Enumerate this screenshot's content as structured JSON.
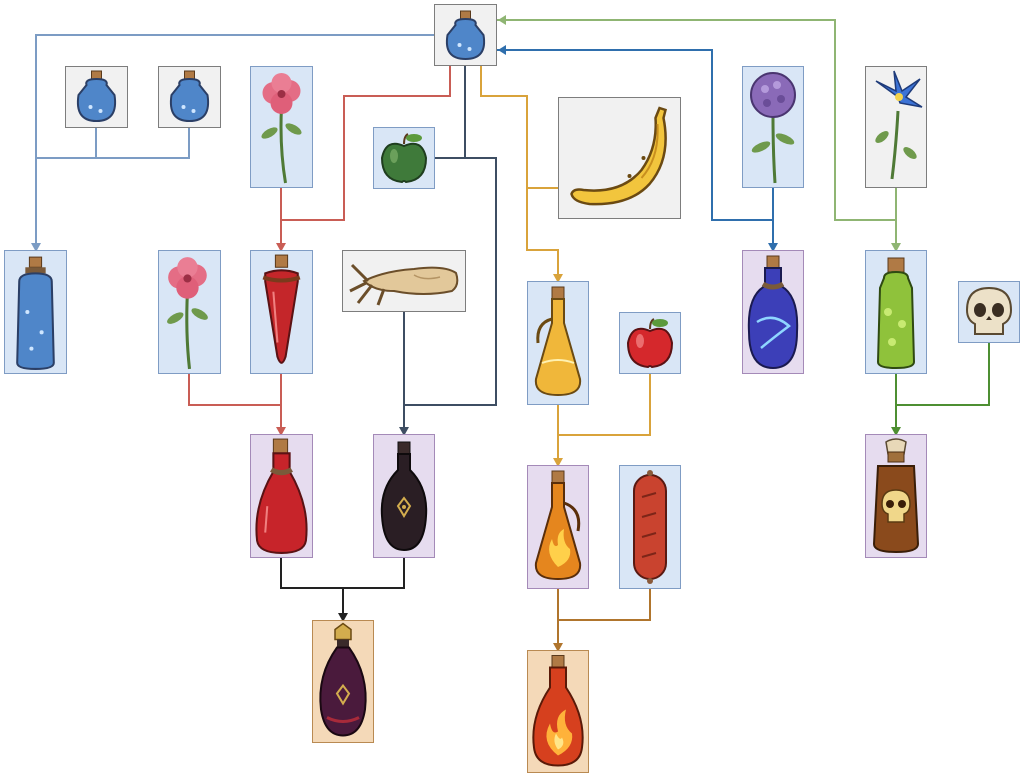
{
  "wire_colors": {
    "water": "#7c9cc4",
    "flower": "#c95d55",
    "root": "#3e4e63",
    "fruit": "#d9a33b",
    "fire": "#b0752d",
    "mana": "#2f6fad",
    "herb": "#8fb573",
    "bone": "#4e8f32",
    "dark": "#222222"
  },
  "nodes": [
    {
      "id": "water-vial-top",
      "tier": "raw",
      "icon": "small-blue-potion-icon"
    },
    {
      "id": "water-vial-a",
      "tier": "raw",
      "icon": "small-blue-potion-icon"
    },
    {
      "id": "water-vial-b",
      "tier": "raw",
      "icon": "small-blue-potion-icon"
    },
    {
      "id": "pink-flower-a",
      "tier": "base",
      "icon": "pink-flower-icon"
    },
    {
      "id": "green-apple",
      "tier": "base",
      "icon": "green-apple-icon"
    },
    {
      "id": "banana",
      "tier": "raw",
      "icon": "banana-icon"
    },
    {
      "id": "purple-flower",
      "tier": "base",
      "icon": "purple-flower-icon"
    },
    {
      "id": "blue-flower",
      "tier": "raw",
      "icon": "blue-flower-icon"
    },
    {
      "id": "blue-water-bottle",
      "tier": "base",
      "icon": "tall-blue-bottle-icon"
    },
    {
      "id": "pink-flower-b",
      "tier": "base",
      "icon": "pink-flower-icon"
    },
    {
      "id": "red-vial",
      "tier": "base",
      "icon": "red-vial-icon"
    },
    {
      "id": "root",
      "tier": "raw",
      "icon": "root-icon"
    },
    {
      "id": "golden-flask",
      "tier": "base",
      "icon": "golden-flask-icon"
    },
    {
      "id": "red-apple",
      "tier": "base",
      "icon": "red-apple-icon"
    },
    {
      "id": "mana-potion",
      "tier": "mid",
      "icon": "mana-potion-icon"
    },
    {
      "id": "green-potion",
      "tier": "base",
      "icon": "green-potion-icon"
    },
    {
      "id": "skull",
      "tier": "base",
      "icon": "skull-icon"
    },
    {
      "id": "red-potion",
      "tier": "mid",
      "icon": "red-potion-icon"
    },
    {
      "id": "dark-potion",
      "tier": "mid",
      "icon": "dark-potion-icon"
    },
    {
      "id": "fire-flask",
      "tier": "mid",
      "icon": "fire-flask-icon"
    },
    {
      "id": "sausage",
      "tier": "base",
      "icon": "sausage-icon"
    },
    {
      "id": "skull-potion",
      "tier": "mid",
      "icon": "skull-potion-icon"
    },
    {
      "id": "shadow-elixir",
      "tier": "final",
      "icon": "shadow-elixir-icon"
    },
    {
      "id": "inferno-elixir",
      "tier": "final",
      "icon": "inferno-elixir-icon"
    }
  ]
}
